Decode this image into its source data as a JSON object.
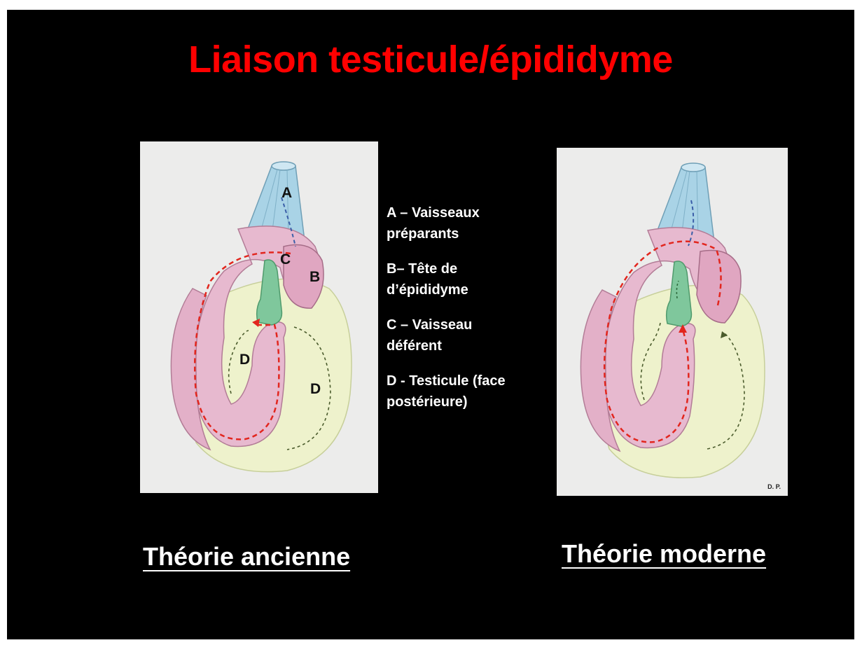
{
  "title": "Liaison testicule/épididyme",
  "legend": [
    {
      "line1": "A – Vaisseaux",
      "line2": "préparants"
    },
    {
      "line1": "B– Tête de",
      "line2": "d’épididyme"
    },
    {
      "line1": "C – Vaisseau",
      "line2": "déférent"
    },
    {
      "line1": "D - Testicule (face",
      "line2": "postérieure)"
    }
  ],
  "diagram_left": {
    "labels": {
      "A": "A",
      "B": "B",
      "C": "C",
      "D1": "D",
      "D2": "D"
    },
    "caption": "Théorie ancienne"
  },
  "diagram_right": {
    "initials": "D. P.",
    "caption": "Théorie moderne"
  },
  "colors": {
    "background": "#000000",
    "title": "#ff0000",
    "text": "#ffffff",
    "vessels": "#a9d3e6",
    "epididymis": "#e7b9cf",
    "deferent": "#7fc79c",
    "testis": "#eef2cc",
    "flow_red": "#e2261e"
  }
}
